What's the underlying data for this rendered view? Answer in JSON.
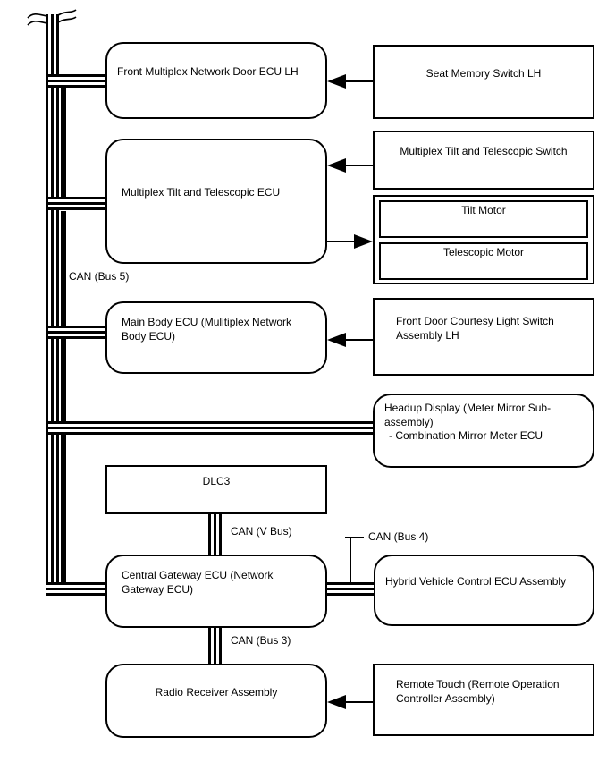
{
  "diagram_type": "automotive CAN network communication diagram",
  "colors": {
    "line": "#000000",
    "background": "#ffffff"
  },
  "nodes": {
    "front_mux_door_ecu": "Front Multiplex Network Door ECU LH",
    "seat_memory_switch": "Seat Memory Switch LH",
    "tilt_telescopic_ecu": "Multiplex Tilt and Telescopic ECU",
    "tilt_telescopic_switch": "Multiplex Tilt and Telescopic Switch",
    "tilt_motor": "Tilt Motor",
    "telescopic_motor": "Telescopic Motor",
    "main_body_ecu": "Main Body ECU (Mulitiplex Network Body ECU)",
    "front_door_courtesy_switch": "Front Door Courtesy Light Switch Assembly LH",
    "headup_display": "Headup Display (Meter Mirror Sub-assembly)",
    "headup_display_sub": "- Combination Mirror Meter ECU",
    "dlc3": "DLC3",
    "central_gateway_ecu": "Central Gateway ECU (Network Gateway ECU)",
    "hybrid_control_ecu": "Hybrid Vehicle Control ECU Assembly",
    "radio_receiver": "Radio Receiver Assembly",
    "remote_touch": "Remote Touch (Remote Operation Controller Assembly)"
  },
  "bus_labels": {
    "bus5": "CAN (Bus 5)",
    "vbus": "CAN (V Bus)",
    "bus4": "CAN (Bus 4)",
    "bus3": "CAN (Bus 3)"
  }
}
